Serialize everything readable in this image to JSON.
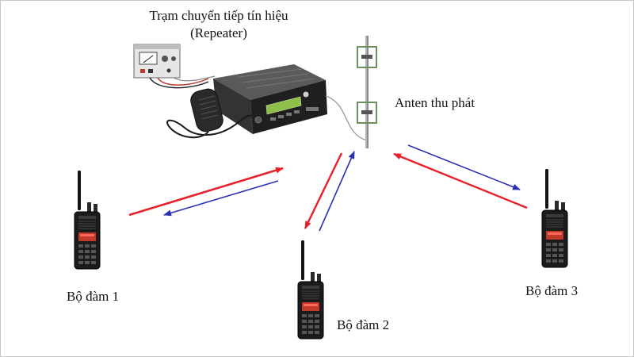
{
  "labels": {
    "repeater": "Trạm chuyển tiếp tín hiệu (Repeater)",
    "antenna": "Anten thu phát",
    "radio1": "Bộ đàm 1",
    "radio2": "Bộ đàm 2",
    "radio3": "Bộ đàm 3"
  },
  "colors": {
    "uplink": "#e8202a",
    "downlink": "#2b2fb4",
    "device_body": "#1b1b1b",
    "screen": "#c0392b"
  },
  "links": [
    {
      "device": "Bộ đàm 1",
      "uplink": "red",
      "downlink": "blue"
    },
    {
      "device": "Bộ đàm 2",
      "uplink": "blue",
      "downlink": "red"
    },
    {
      "device": "Bộ đàm 3",
      "uplink": "red",
      "downlink": "blue"
    }
  ]
}
